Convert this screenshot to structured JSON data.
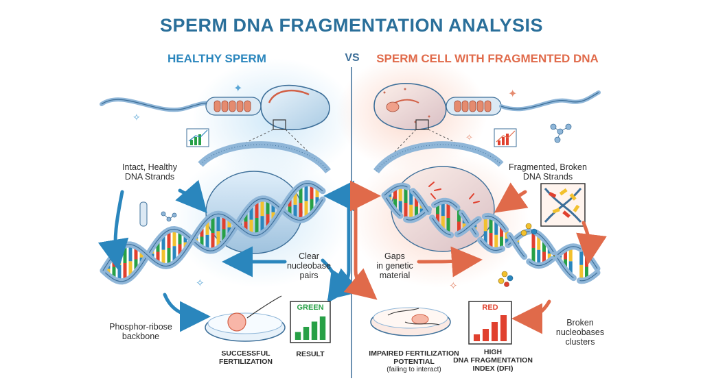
{
  "title": "SPERM DNA FRAGMENTATION ANALYSIS",
  "vs": "VS",
  "colors": {
    "title": "#2a6f9a",
    "healthy": "#2a86bd",
    "fragmented": "#e06a4a",
    "strand": "#8fb6d8",
    "strand_dark": "#3d6f99",
    "bar_green": "#27a046",
    "bar_red": "#e0402e"
  },
  "healthy": {
    "heading": "HEALTHY SPERM",
    "label_intact": "Intact, Healthy\nDNA Strands",
    "label_clear": "Clear\nnucleobase\npairs",
    "label_backbone": "Phosphor-ribose\nbackbone",
    "caption_fertilization": "SUCCESSFUL\nFERTILIZATION",
    "caption_result": "RESULT",
    "result_box_label": "GREEN",
    "result_bars": [
      0.3,
      0.5,
      0.7,
      0.9
    ]
  },
  "fragmented": {
    "heading": "SPERM CELL WITH FRAGMENTED DNA",
    "label_broken_strands": "Fragmented, Broken\nDNA Strands",
    "label_gaps": "Gaps\nin genetic\nmaterial",
    "label_clusters": "Broken\nnucleobases\nclusters",
    "caption_impaired": "IMPAIRED FERTILIZATION\nPOTENTIAL",
    "caption_impaired_sub": "(failing to interact)",
    "caption_dfi": "HIGH\nDNA FRAGMENTATION\nINDEX (DFI)",
    "result_box_label": "RED",
    "result_bars": [
      0.25,
      0.45,
      0.7,
      0.95
    ]
  }
}
